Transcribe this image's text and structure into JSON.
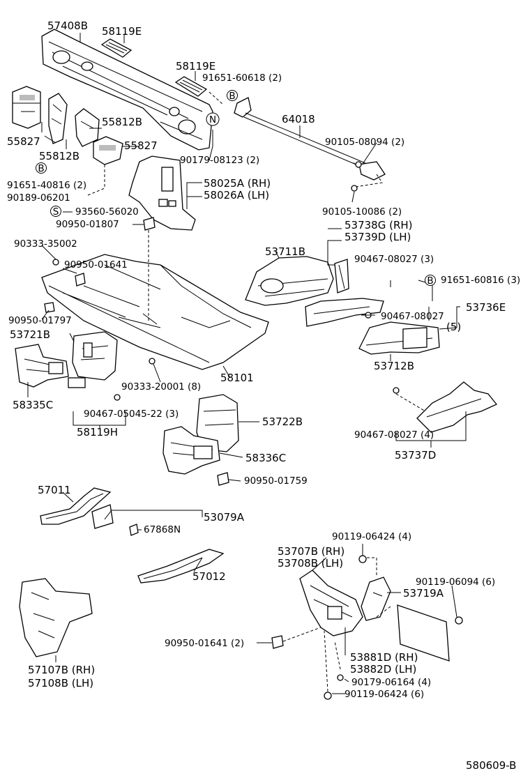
{
  "diagram": {
    "figure_code": "580609-B",
    "labels": {
      "p57408B": "57408B",
      "p58119E_a": "58119E",
      "p58119E_b": "58119E",
      "p91651_60618": "91651-60618 (2)",
      "p64018": "64018",
      "p55827_a": "55827",
      "p55812B_a": "55812B",
      "p55812B_b": "55812B",
      "p55827_b": "55827",
      "p90179_08123": "90179-08123 (2)",
      "p90105_08094": "90105-08094 (2)",
      "p91651_40816": "91651-40816 (2)",
      "p90189_06201": "90189-06201",
      "p58025A": "58025A (RH)",
      "p58026A": "58026A (LH)",
      "p93560_56020": "93560-56020",
      "p90950_01807": "90950-01807",
      "p90105_10086": "90105-10086 (2)",
      "p53738G": "53738G (RH)",
      "p53739D": "53739D (LH)",
      "p90333_35002": "90333-35002",
      "p90950_01641_a": "90950-01641",
      "p53711B": "53711B",
      "p90467_08027_a": "90467-08027 (3)",
      "p91651_60816": "91651-60816 (3)",
      "p90950_01797": "90950-01797",
      "p90467_08027_b": "90467-08027",
      "p53736E": "53736E",
      "p5": "(5)",
      "p53721B": "53721B",
      "p53712B": "53712B",
      "p58335C": "58335C",
      "p58101": "58101",
      "p90333_20001": "90333-20001 (8)",
      "p90467_05045": "90467-05045-22 (3)",
      "p58119H": "58119H",
      "p53722B": "53722B",
      "p90467_08027_c": "90467-08027 (4)",
      "p53737D": "53737D",
      "p58336C": "58336C",
      "p90950_01759": "90950-01759",
      "p57011": "57011",
      "p53079A": "53079A",
      "p67868N": "67868N",
      "p57012": "57012",
      "p90119_06424_a": "90119-06424 (4)",
      "p53707B": "53707B (RH)",
      "p53708B": "53708B (LH)",
      "p90119_06094": "90119-06094 (6)",
      "p53719A": "53719A",
      "p90950_01641_b": "90950-01641 (2)",
      "p53881D": "53881D (RH)",
      "p53882D": "53882D (LH)",
      "p90179_06164": "90179-06164 (4)",
      "p90119_06424_b": "90119-06424 (6)",
      "p57107B": "57107B (RH)",
      "p57108B": "57108B (LH)"
    },
    "markers": {
      "b1": "B",
      "n1": "N",
      "b2": "B",
      "s1": "S",
      "b3": "B"
    }
  }
}
